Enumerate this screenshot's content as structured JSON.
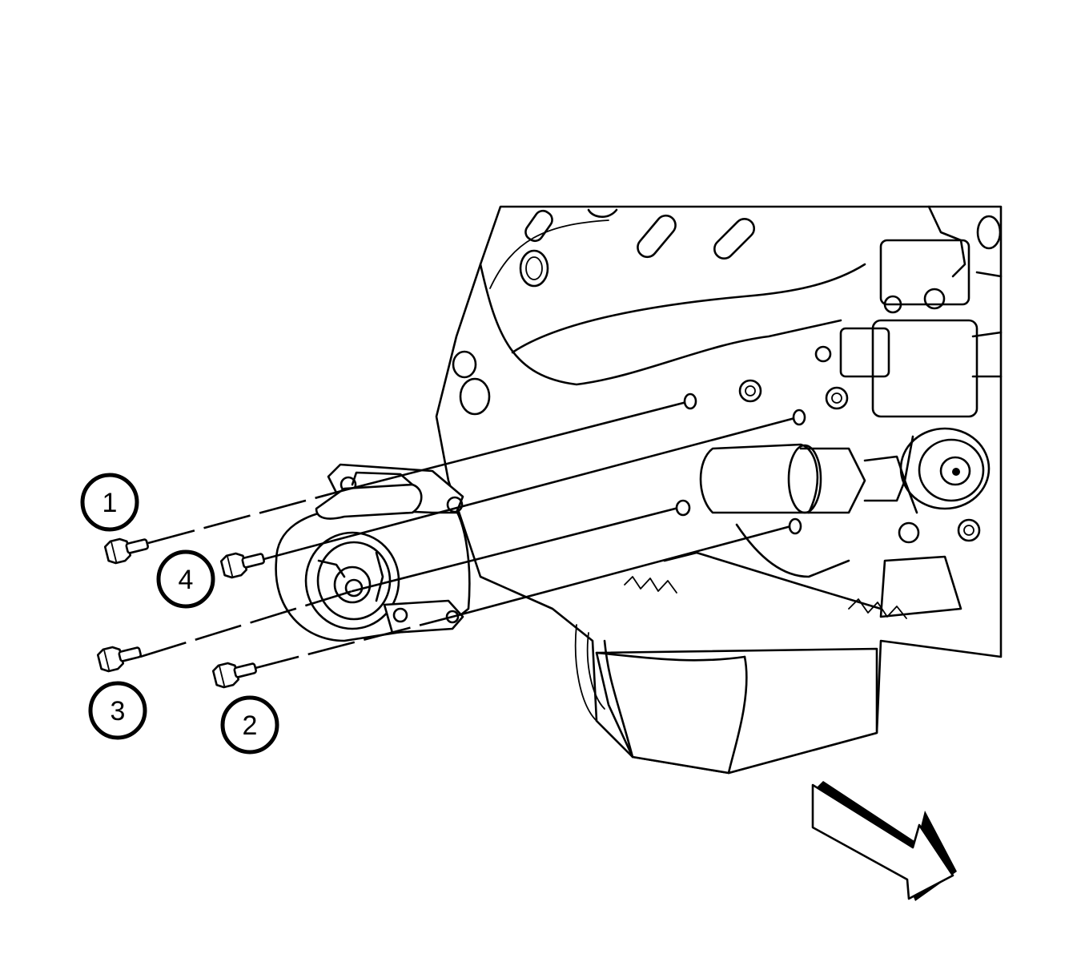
{
  "callouts": [
    {
      "label": "1"
    },
    {
      "label": "2"
    },
    {
      "label": "3"
    },
    {
      "label": "4"
    }
  ],
  "colors": {
    "ink": "#000000",
    "paper": "#ffffff"
  },
  "icons": [
    "bolt-icon",
    "direction-arrow-icon"
  ]
}
